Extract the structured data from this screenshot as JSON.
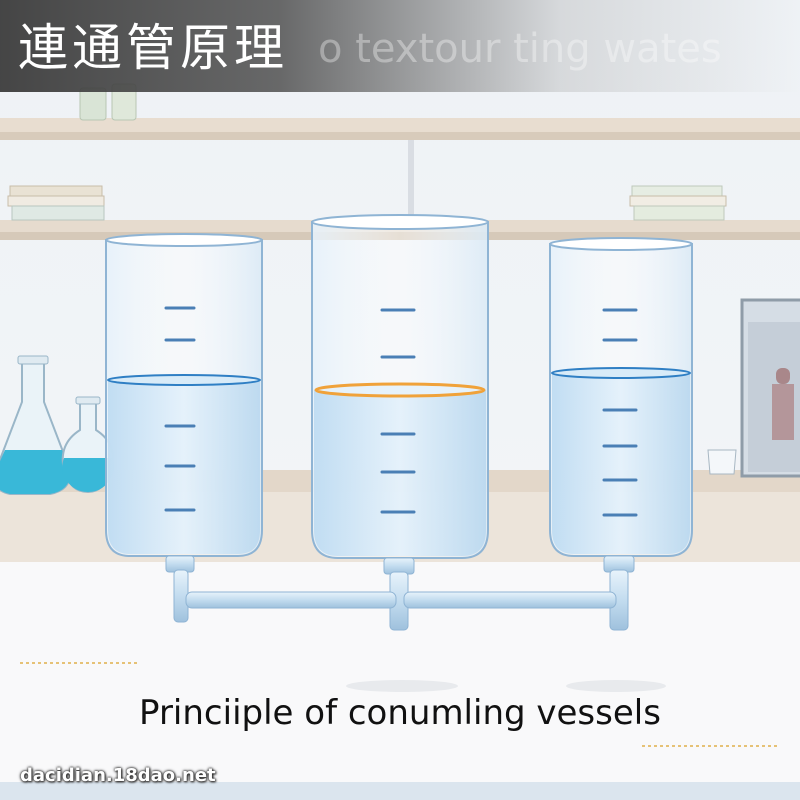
{
  "title": "連通管原理",
  "title_ghost_text": "o textour ting wates",
  "caption": "Princiiple of conumling vessels",
  "watermark": "dacidian.18dao.net",
  "colors": {
    "water": "#cfe6f7",
    "water_surface": "#2f7fc4",
    "meniscus_highlight": "#f0a23a",
    "tick_marks": "#4a7fb5",
    "glass_outline": "#8fb4d4",
    "pipe": "#bcd8ee",
    "shelf": "#e4d9cc",
    "flask_liquid": "#39b8d8"
  },
  "vessels": [
    {
      "name": "left",
      "water_level_rank": 2
    },
    {
      "name": "center",
      "water_level_rank": 3
    },
    {
      "name": "right",
      "water_level_rank": 1
    }
  ]
}
